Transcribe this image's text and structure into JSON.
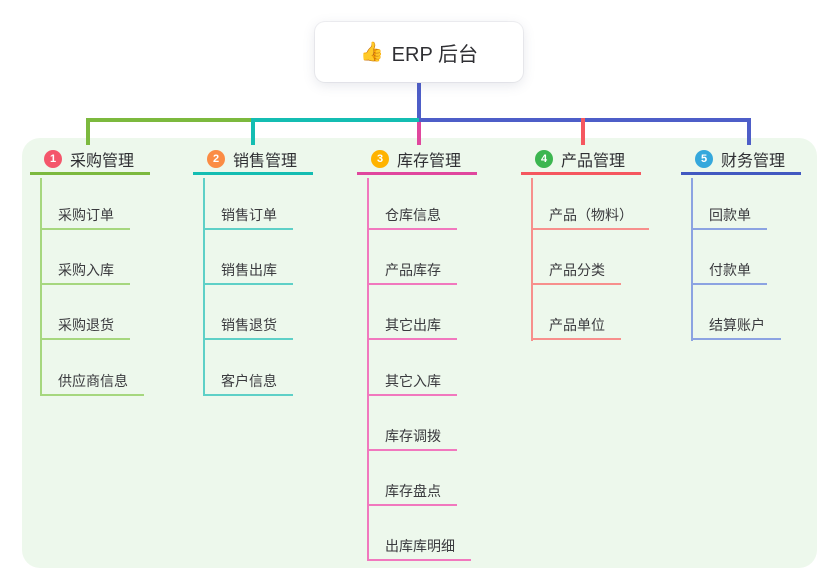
{
  "root": {
    "icon": "👍",
    "label": "ERP 后台"
  },
  "branches": [
    {
      "num": "1",
      "label": "采购管理",
      "badge_color": "#f4566b",
      "line_color": "#7cb93e",
      "child_line_color": "#a6d77e",
      "children": [
        "采购订单",
        "采购入库",
        "采购退货",
        "供应商信息"
      ]
    },
    {
      "num": "2",
      "label": "销售管理",
      "badge_color": "#fb8c44",
      "line_color": "#14bdb2",
      "child_line_color": "#5ed0c7",
      "children": [
        "销售订单",
        "销售出库",
        "销售退货",
        "客户信息"
      ]
    },
    {
      "num": "3",
      "label": "库存管理",
      "badge_color": "#ffb300",
      "line_color": "#e0479e",
      "child_line_color": "#f178be",
      "children": [
        "仓库信息",
        "产品库存",
        "其它出库",
        "其它入库",
        "库存调拨",
        "库存盘点",
        "出库库明细"
      ]
    },
    {
      "num": "4",
      "label": "产品管理",
      "badge_color": "#3cb650",
      "line_color": "#f5575f",
      "child_line_color": "#f78f8c",
      "children": [
        "产品（物料）",
        "产品分类",
        "产品单位"
      ]
    },
    {
      "num": "5",
      "label": "财务管理",
      "badge_color": "#35a8dc",
      "line_color": "#4259c1",
      "child_line_color": "#8ca3e2",
      "children": [
        "回款单",
        "付款单",
        "结算账户"
      ]
    }
  ],
  "colors": {
    "panel_background": "#edf8ec",
    "root_stem": "#4e5ec8",
    "connector_segments": [
      "#7cb93e",
      "#14bdb2",
      "#4e5ec8"
    ]
  }
}
